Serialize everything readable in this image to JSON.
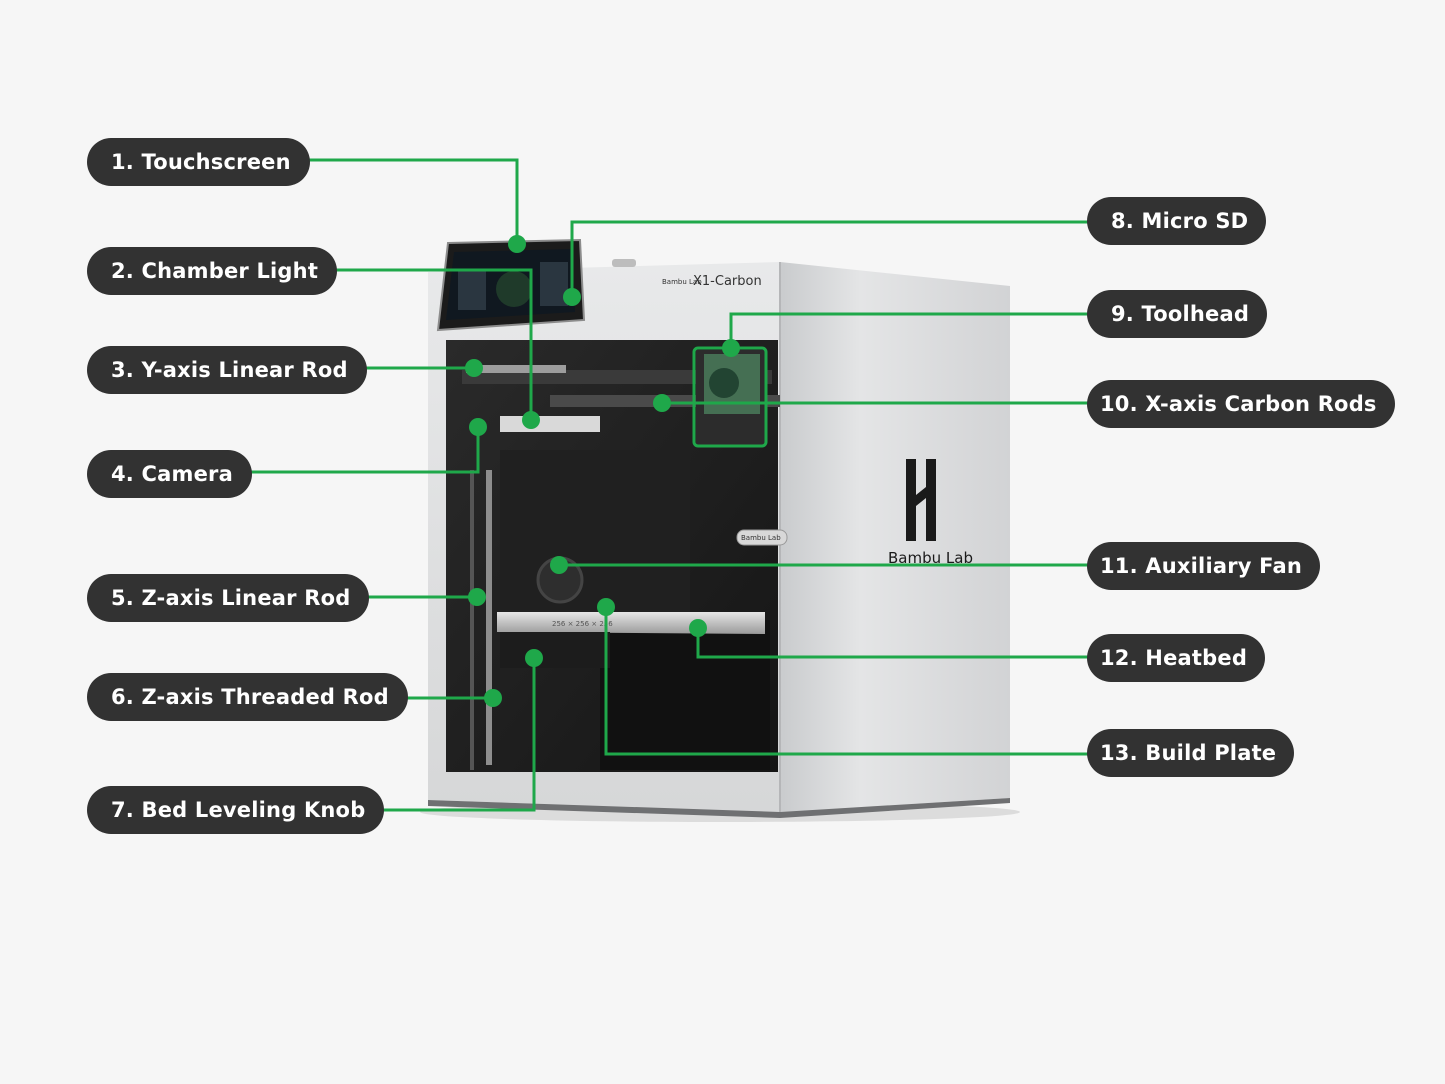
{
  "colors": {
    "background": "#f6f6f6",
    "label_bg": "#323232",
    "label_text": "#ffffff",
    "callout": "#1fa84a"
  },
  "printer": {
    "brand_top": "Bambu Lab",
    "model": "X1-Carbon",
    "side_brand": "Bambu Lab",
    "door_badge": "Bambu Lab",
    "plate_size": "256 × 256 × 256"
  },
  "labels": [
    {
      "id": "touchscreen",
      "text": "1. Touchscreen"
    },
    {
      "id": "chamber-light",
      "text": "2. Chamber Light"
    },
    {
      "id": "y-axis-linear-rod",
      "text": "3. Y-axis Linear Rod"
    },
    {
      "id": "camera",
      "text": "4. Camera"
    },
    {
      "id": "z-axis-linear-rod",
      "text": "5. Z-axis Linear Rod"
    },
    {
      "id": "z-axis-threaded-rod",
      "text": "6. Z-axis Threaded Rod"
    },
    {
      "id": "bed-leveling-knob",
      "text": "7. Bed Leveling Knob"
    },
    {
      "id": "micro-sd",
      "text": "8. Micro SD"
    },
    {
      "id": "toolhead",
      "text": "9. Toolhead"
    },
    {
      "id": "x-axis-carbon-rods",
      "text": "10. X-axis Carbon Rods"
    },
    {
      "id": "auxiliary-fan",
      "text": "11. Auxiliary Fan"
    },
    {
      "id": "heatbed",
      "text": "12. Heatbed"
    },
    {
      "id": "build-plate",
      "text": "13. Build Plate"
    }
  ]
}
